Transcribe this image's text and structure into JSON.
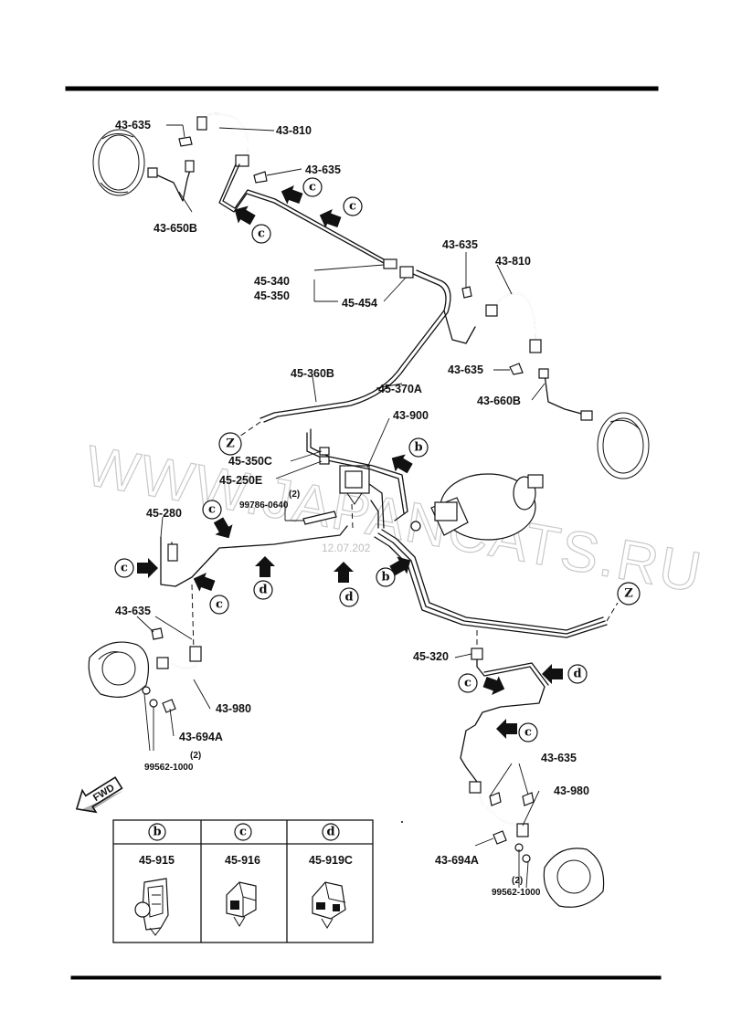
{
  "watermark": {
    "text": "WWW.JAPANCATS.RU",
    "date": "12.07.202"
  },
  "fwd_label": "FWD",
  "circle_letters": {
    "b": "b",
    "c": "c",
    "d": "d",
    "z": "Z"
  },
  "parts": {
    "p43_635_a": "43-635",
    "p43_810_a": "43-810",
    "p43_635_b": "43-635",
    "p43_650b": "43-650B",
    "p45_340": "45-340",
    "p45_350": "45-350",
    "p45_454": "45-454",
    "p43_635_c": "43-635",
    "p43_810_b": "43-810",
    "p43_635_d": "43-635",
    "p43_660b": "43-660B",
    "p45_360b": "45-360B",
    "p45_370a": "45-370A",
    "p43_900": "43-900",
    "p45_350c": "45-350C",
    "p45_250e": "45-250E",
    "p99786_qty": "(2)",
    "p99786": "99786-0640",
    "p45_280": "45-280",
    "p43_635_e": "43-635",
    "p43_980_a": "43-980",
    "p43_694a_a": "43-694A",
    "p99562_qty_a": "(2)",
    "p99562_a": "99562-1000",
    "p45_320": "45-320",
    "p43_635_f": "43-635",
    "p43_980_b": "43-980",
    "p43_694a_b": "43-694A",
    "p99562_qty_b": "(2)",
    "p99562_b": "99562-1000"
  },
  "clip_table": {
    "columns": [
      {
        "letter": "b",
        "part": "45-915"
      },
      {
        "letter": "c",
        "part": "45-916"
      },
      {
        "letter": "d",
        "part": "45-919C"
      }
    ]
  }
}
